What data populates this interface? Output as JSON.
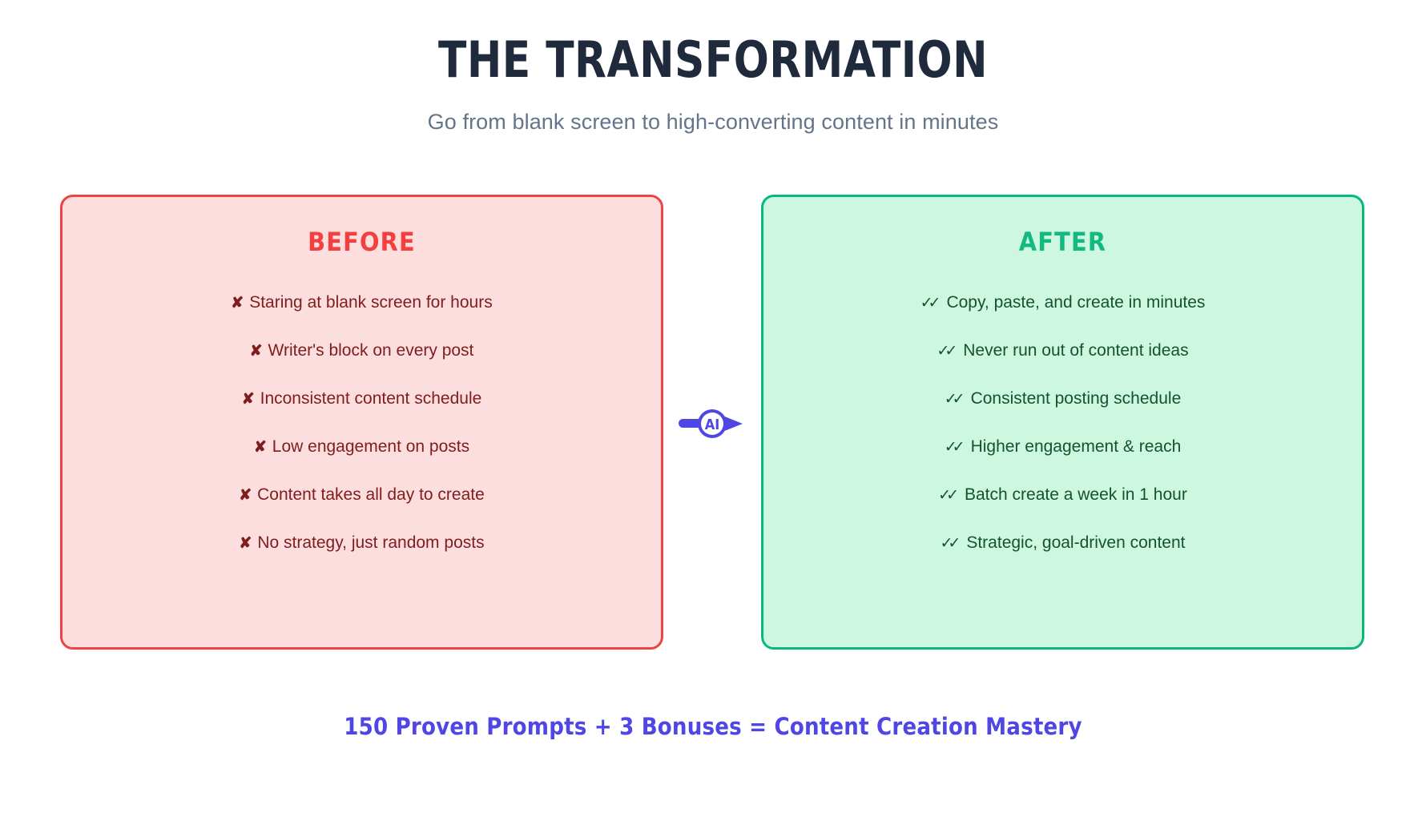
{
  "header": {
    "title": "THE TRANSFORMATION",
    "subtitle": "Go from blank screen to high-converting content in minutes"
  },
  "panels": {
    "before": {
      "heading": "BEFORE",
      "bullet_icon": "✘",
      "items": [
        "Staring at blank screen for hours",
        "Writer's block on every post",
        "Inconsistent content schedule",
        "Low engagement on posts",
        "Content takes all day to create",
        "No strategy, just random posts"
      ]
    },
    "after": {
      "heading": "AFTER",
      "bullet_icon": "✓✓",
      "items": [
        "Copy, paste, and create in minutes",
        "Never run out of content ideas",
        "Consistent posting schedule",
        "Higher engagement & reach",
        "Batch create a week in 1 hour",
        "Strategic, goal-driven content"
      ]
    }
  },
  "connector": {
    "label": "AI",
    "icon": "ai-arrow-icon"
  },
  "footer": {
    "tagline": "150 Proven Prompts + 3 Bonuses = Content Creation Mastery"
  },
  "colors": {
    "title": "#1f2a3d",
    "subtitle": "#64748b",
    "before_border": "#ef4444",
    "before_fill": "#fddede",
    "before_heading": "#f43f3f",
    "before_text": "#7f1d1d",
    "after_border": "#0ab87c",
    "after_fill": "#cef7e1",
    "after_heading": "#12b981",
    "after_text": "#14532d",
    "accent": "#4f46e5",
    "background": "#ffffff"
  }
}
